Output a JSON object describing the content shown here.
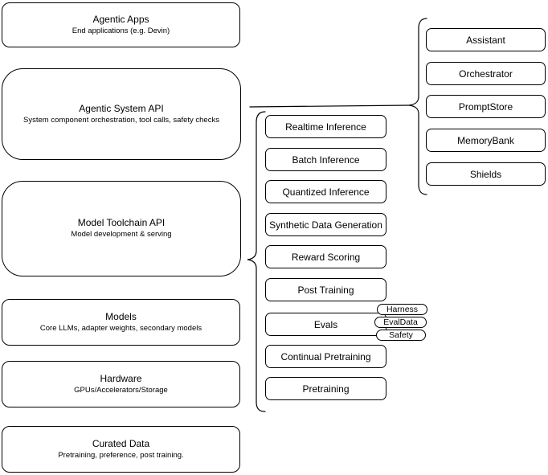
{
  "diagram": {
    "colors": {
      "background": "#ffffff",
      "stroke": "#000000",
      "fill": "#ffffff",
      "text": "#000000"
    },
    "layers": [
      {
        "title": "Agentic Apps",
        "subtitle": "End applications (e.g. Devin)"
      },
      {
        "title": "Agentic System API",
        "subtitle": "System component orchestration, tool calls, safety checks"
      },
      {
        "title": "Model Toolchain API",
        "subtitle": "Model development & serving"
      },
      {
        "title": "Models",
        "subtitle": "Core LLMs, adapter weights, secondary models"
      },
      {
        "title": "Hardware",
        "subtitle": "GPUs/Accelerators/Storage"
      },
      {
        "title": "Curated Data",
        "subtitle": "Pretraining, preference, post training."
      }
    ],
    "toolchain_services": [
      "Realtime Inference",
      "Batch Inference",
      "Quantized Inference",
      "Synthetic Data Generation",
      "Reward Scoring",
      "Post Training",
      "Evals",
      "Continual Pretraining",
      "Pretraining"
    ],
    "eval_components": [
      "Harness",
      "EvalData",
      "Safety"
    ],
    "system_components": [
      "Assistant",
      "Orchestrator",
      "PromptStore",
      "MemoryBank",
      "Shields"
    ]
  }
}
